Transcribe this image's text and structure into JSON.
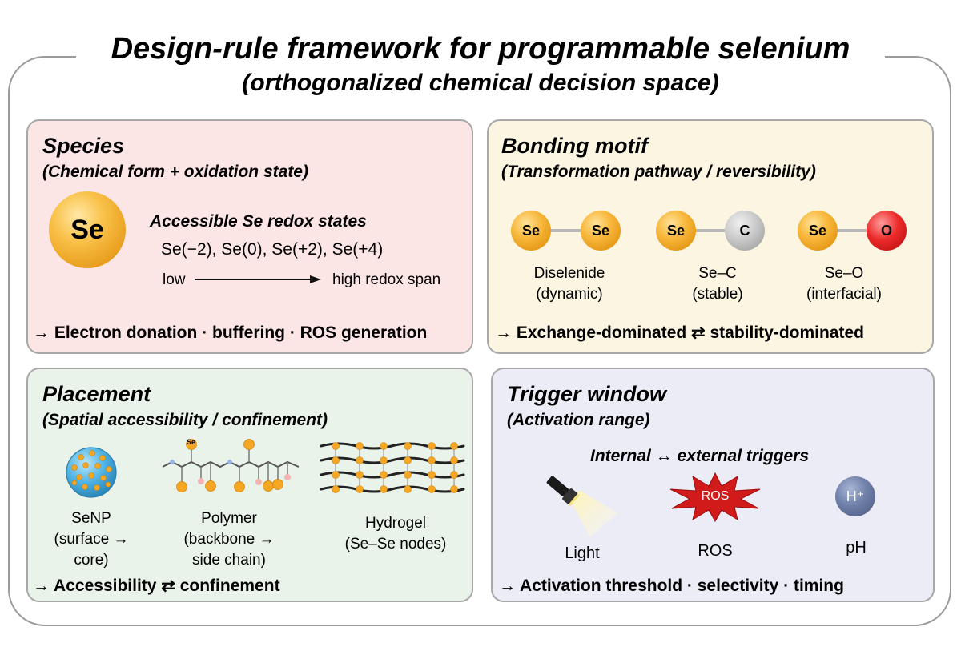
{
  "title": {
    "line1": "Design-rule framework for programmable selenium",
    "line2": "(orthogonalized chemical decision space)"
  },
  "species": {
    "heading": "Species",
    "subheading": "(Chemical form + oxidation state)",
    "atom": "Se",
    "redox_title": "Accessible Se redox states",
    "redox_states": "Se(−2), Se(0), Se(+2), Se(+4)",
    "low": "low",
    "high": "high redox span",
    "summary": "→ Electron donation · buffering · ROS generation"
  },
  "bonding": {
    "heading": "Bonding motif",
    "subheading": "(Transformation pathway / reversibility)",
    "motifs": [
      {
        "a": "Se",
        "b": "Se",
        "name": "Diselenide",
        "note": "(dynamic)"
      },
      {
        "a": "Se",
        "b": "C",
        "name": "Se–C",
        "note": "(stable)"
      },
      {
        "a": "Se",
        "b": "O",
        "name": "Se–O",
        "note": "(interfacial)"
      }
    ],
    "summary": "→ Exchange-dominated ⇄ stability-dominated"
  },
  "placement": {
    "heading": "Placement",
    "subheading": "(Spatial accessibility / confinement)",
    "polymer_atom": "Se",
    "items": [
      {
        "line1": "SeNP",
        "line2": "(surface →",
        "line3": "core)"
      },
      {
        "line1": "Polymer",
        "line2": "(backbone →",
        "line3": "side chain)"
      },
      {
        "line1": "Hydrogel",
        "line2": "(Se–Se nodes)"
      }
    ],
    "summary": "→ Accessibility ⇄ confinement"
  },
  "trigger": {
    "heading": "Trigger window",
    "subheading": "(Activation range)",
    "triggers_title": "Internal ↔ external triggers",
    "ros_badge": "ROS",
    "ph_badge": "H⁺",
    "labels": {
      "light": "Light",
      "ros": "ROS",
      "ph": "pH"
    },
    "summary": "→ Activation threshold · selectivity · timing"
  },
  "colors": {
    "species_bg": "#fbe5e5",
    "bonding_bg": "#fbf5e2",
    "placement_bg": "#e9f3ea",
    "trigger_bg": "#ececf7",
    "selenium": "#f5a623",
    "oxygen": "#e52222",
    "carbon": "#b5b5b5",
    "nanoparticle": "#4fb3e3",
    "ros_star": "#d11a1a",
    "proton": "#6e7fa8"
  }
}
